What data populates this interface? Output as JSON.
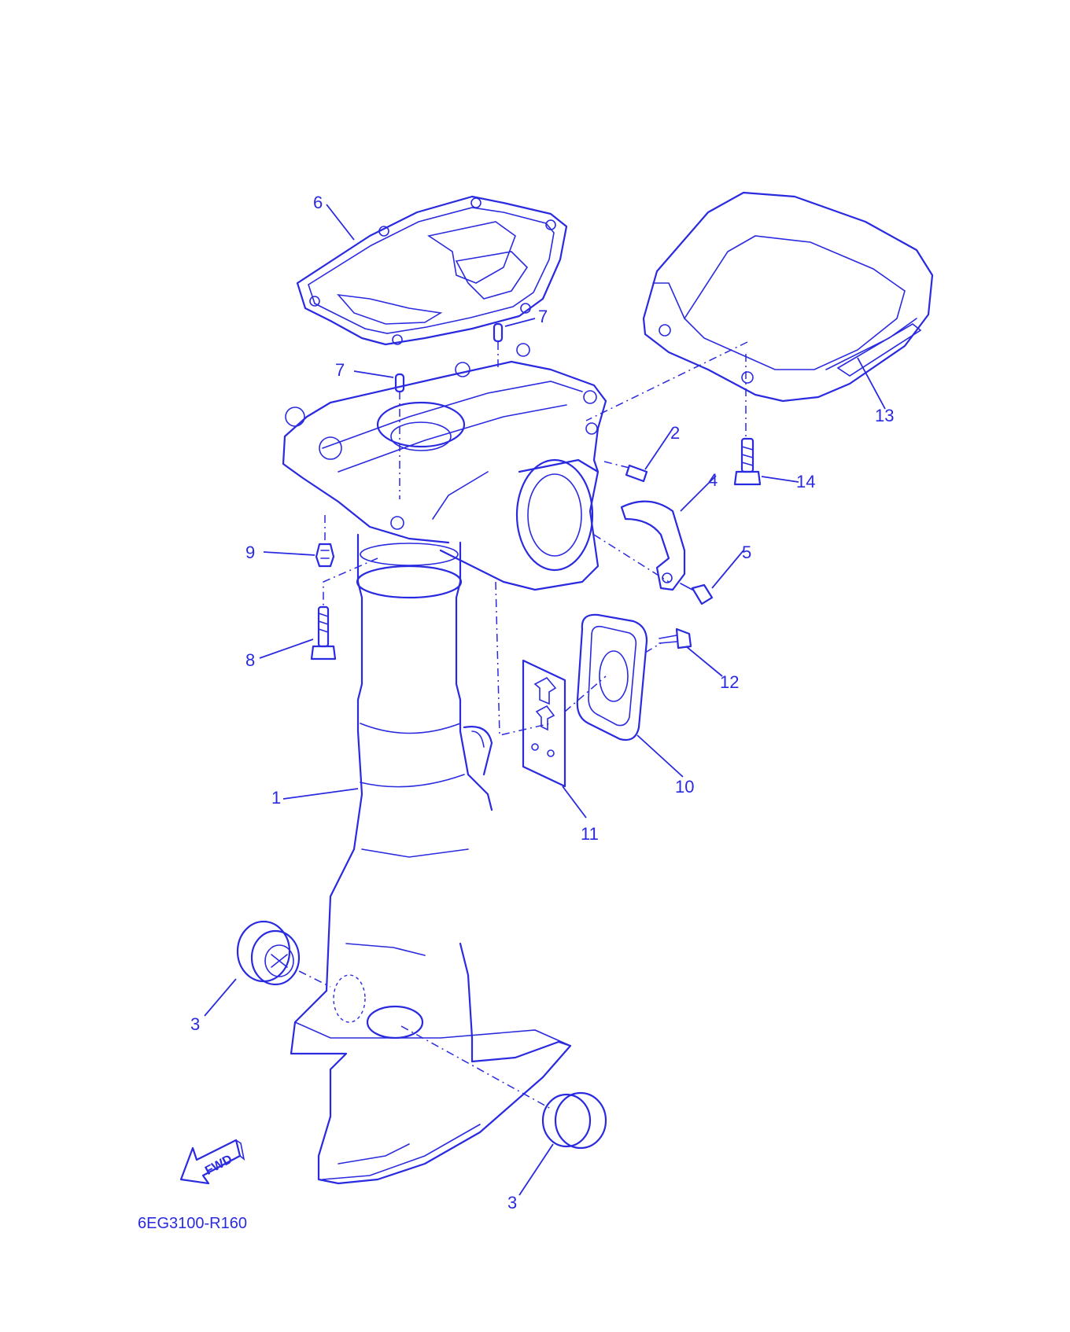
{
  "diagram_code": "6EG3100-R160",
  "fwd_label": "FWD",
  "ink_color": "#2a2ae0",
  "callouts": {
    "c1": "1",
    "c2": "2",
    "c3a": "3",
    "c3b": "3",
    "c4": "4",
    "c5": "5",
    "c6": "6",
    "c7a": "7",
    "c7b": "7",
    "c8": "8",
    "c9": "9",
    "c10": "10",
    "c11": "11",
    "c12": "12",
    "c13": "13",
    "c14": "14"
  }
}
